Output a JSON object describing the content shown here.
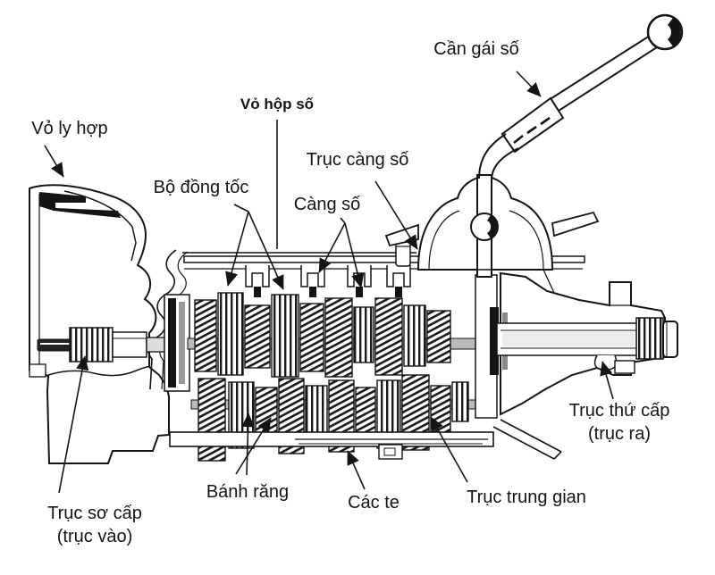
{
  "page": {
    "colors": {
      "ink": "#141414",
      "background": "#ffffff"
    }
  },
  "diagram": {
    "labels": {
      "gear_lever": "Cần gái số",
      "gearbox_housing": "Vỏ hộp số",
      "clutch_housing": "Vỏ ly hợp",
      "shift_fork_shaft": "Trục càng số",
      "synchronizer": "Bộ đồng tốc",
      "shift_fork": "Càng số",
      "output_shaft": "Trục thứ cấp",
      "output_shaft_alt": "(trục ra)",
      "input_shaft": "Trục sơ cấp",
      "input_shaft_alt": "(trục vào)",
      "gears": "Bánh răng",
      "oil_pan": "Các te",
      "countershaft": "Trục trung gian"
    }
  }
}
